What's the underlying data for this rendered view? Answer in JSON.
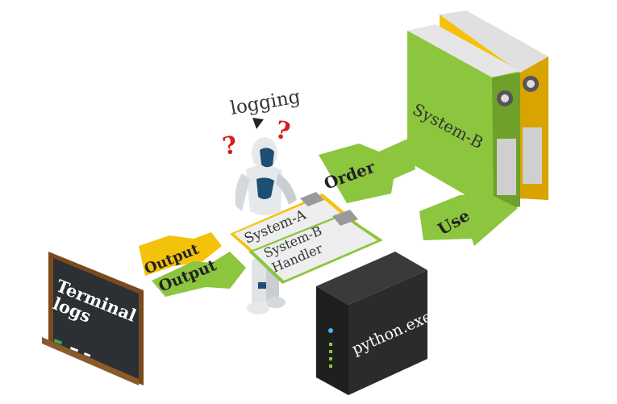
{
  "diagram": {
    "caption_logging": "logging",
    "question_mark": "?",
    "system_b_binder": "System-B",
    "arrow_order": "Order",
    "arrow_use": "Use",
    "arrow_output_back": "Output",
    "arrow_output_front": "Output",
    "clipboard_system_a": "System-A",
    "clipboard_handler_line1": "System-B",
    "clipboard_handler_line2": "Handler",
    "blackboard_line1": "Terminal",
    "blackboard_line2": "logs",
    "server_label": "python.exe"
  },
  "colors": {
    "green": "#8cc63f",
    "green_dark": "#6ea02a",
    "yellow": "#f5c20b",
    "yellow_dark": "#d9a300",
    "board": "#2c2f33",
    "frame": "#7a4a1e",
    "server": "#2b2b2b",
    "question": "#d21f1f"
  }
}
